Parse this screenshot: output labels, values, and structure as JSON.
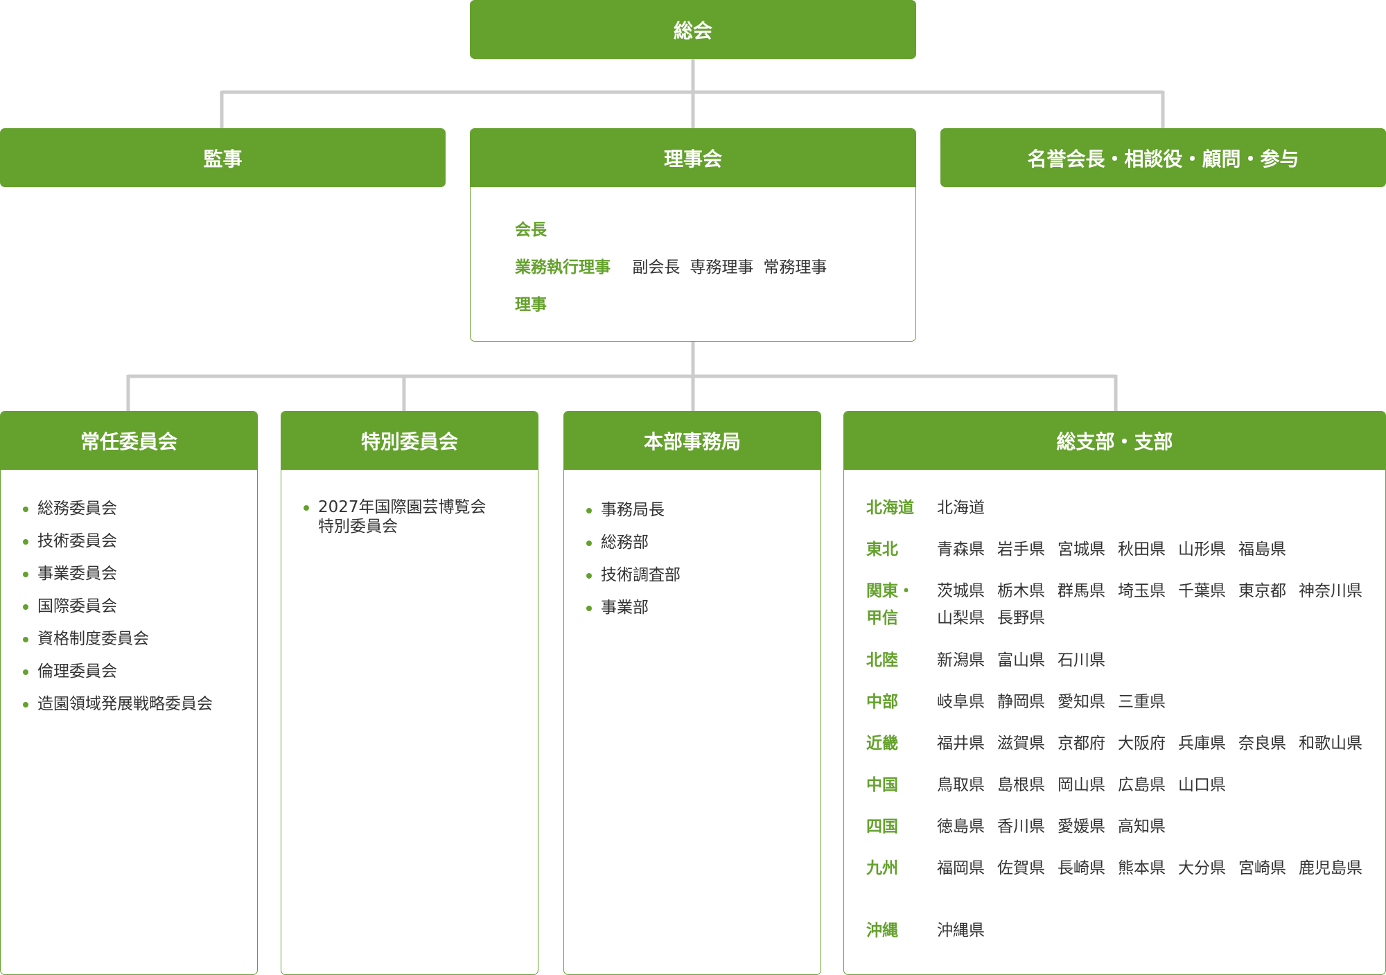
{
  "top": "総会",
  "level2": {
    "auditor": "監事",
    "board": {
      "title": "理事会",
      "chair": "会長",
      "exec_label": "業務執行理事",
      "exec_roles": [
        "副会長",
        "専務理事",
        "常務理事"
      ],
      "directors": "理事"
    },
    "honorary": "名誉会長・相談役・顧問・参与"
  },
  "committees": {
    "title": "常任委員会",
    "items": [
      "総務委員会",
      "技術委員会",
      "事業委員会",
      "国際委員会",
      "資格制度委員会",
      "倫理委員会",
      "造園領域発展戦略委員会"
    ]
  },
  "special": {
    "title": "特別委員会",
    "items": [
      "2027年国際園芸博覧会\n特別委員会"
    ]
  },
  "hq": {
    "title": "本部事務局",
    "items": [
      "事務局長",
      "総務部",
      "技術調査部",
      "事業部"
    ]
  },
  "branches": {
    "title": "総支部・支部",
    "regions": [
      {
        "name": "北海道",
        "prefs": [
          "北海道"
        ]
      },
      {
        "name": "東北",
        "prefs": [
          "青森県",
          "岩手県",
          "宮城県",
          "秋田県",
          "山形県",
          "福島県"
        ]
      },
      {
        "name": "関東・\n甲信",
        "prefs": [
          "茨城県",
          "栃木県",
          "群馬県",
          "埼玉県",
          "千葉県",
          "東京都",
          "神奈川県",
          "山梨県",
          "長野県"
        ]
      },
      {
        "name": "北陸",
        "prefs": [
          "新潟県",
          "富山県",
          "石川県"
        ]
      },
      {
        "name": "中部",
        "prefs": [
          "岐阜県",
          "静岡県",
          "愛知県",
          "三重県"
        ]
      },
      {
        "name": "近畿",
        "prefs": [
          "福井県",
          "滋賀県",
          "京都府",
          "大阪府",
          "兵庫県",
          "奈良県",
          "和歌山県"
        ]
      },
      {
        "name": "中国",
        "prefs": [
          "鳥取県",
          "島根県",
          "岡山県",
          "広島県",
          "山口県"
        ]
      },
      {
        "name": "四国",
        "prefs": [
          "徳島県",
          "香川県",
          "愛媛県",
          "高知県"
        ]
      },
      {
        "name": "九州",
        "prefs": [
          "福岡県",
          "佐賀県",
          "長崎県",
          "熊本県",
          "大分県",
          "宮崎県",
          "鹿児島県"
        ]
      },
      {
        "name": "沖縄",
        "prefs": [
          "沖縄県"
        ]
      }
    ]
  },
  "colors": {
    "accent": "#64a12d",
    "connector": "#cccccc"
  }
}
